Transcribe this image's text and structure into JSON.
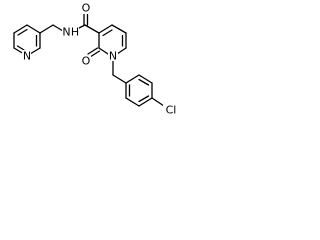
{
  "molecule": {
    "atoms": {
      "amide_nitrogen": "N",
      "amide_hydrogen": "H",
      "amide_oxygen": "O",
      "ring_nitrogen": "N",
      "ring_oxygen": "O",
      "pyridine_nitrogen": "N",
      "chlorine": "Cl"
    }
  }
}
